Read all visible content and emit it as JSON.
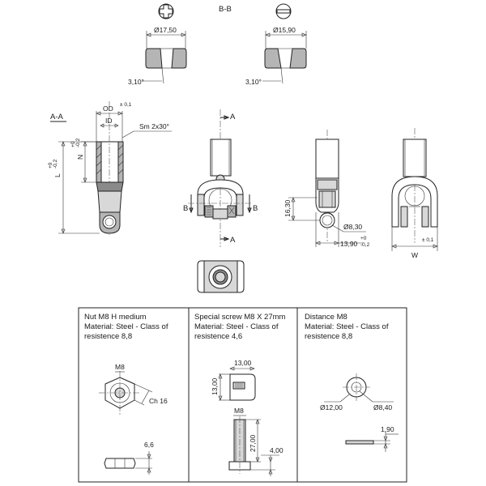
{
  "top": {
    "section_label": "B-B",
    "left_diameter": "Ø17,50",
    "left_angle": "3,10°",
    "right_diameter": "Ø15,90",
    "right_angle": "3,10°"
  },
  "section_aa": {
    "label": "A-A",
    "od": "OD",
    "od_tol": "± 0,1",
    "id": "ID",
    "chamfer": "Sm 2x30°",
    "n": "N",
    "n_tol_upper": "+0",
    "n_tol_lower": "-0,2",
    "l": "L",
    "l_tol_upper": "+0",
    "l_tol_lower": "-0,2"
  },
  "front": {
    "a_top": "A",
    "a_bottom": "A",
    "b_left": "B",
    "b_right": "B"
  },
  "side": {
    "height": "16,30",
    "hole": "Ø8,30",
    "width": "13,90",
    "width_tol_upper": "+0",
    "width_tol_lower": "-0,2"
  },
  "right_view": {
    "w": "W",
    "w_tol": "± 0,1"
  },
  "panels": [
    {
      "title_lines": [
        "Nut M8 H medium",
        "Material: Steel - Class of",
        "resistence 8,8"
      ],
      "thread": "M8",
      "width_across": "Ch 16",
      "height": "6,6"
    },
    {
      "title_lines": [
        "Special screw M8 X 27mm",
        "Material: Steel - Class of",
        "resistence 4,6"
      ],
      "head_width": "13,00",
      "head_height": "13,00",
      "thread": "M8",
      "length": "27,00",
      "head_thickness": "4,00"
    },
    {
      "title_lines": [
        "Distance M8",
        "Material: Steel - Class of",
        "resistence  8,8"
      ],
      "outer_diameter": "Ø12,00",
      "inner_diameter": "Ø8,40",
      "thickness": "1,90"
    }
  ]
}
